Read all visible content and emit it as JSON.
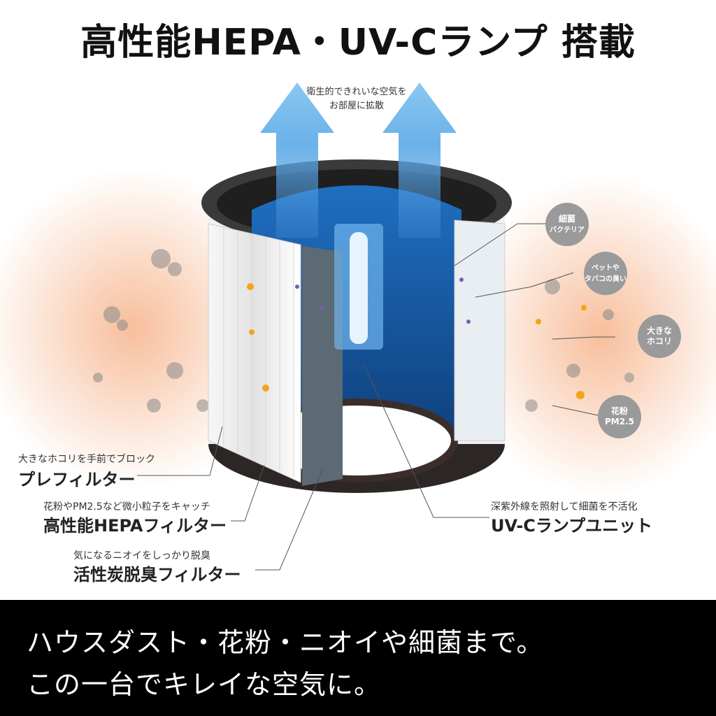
{
  "title": "高性能HEPA・UV-Cランプ 搭載",
  "arrow_caption": {
    "line1": "衛生的できれいな空気を",
    "line2": "お部屋に拡散"
  },
  "callouts": [
    {
      "small": "大きなホコリを手前でブロック",
      "big": "プレフィルター"
    },
    {
      "small": "花粉やPM2.5など微小粒子をキャッチ",
      "big": "高性能HEPAフィルター"
    },
    {
      "small": "気になるニオイをしっかり脱臭",
      "big": "活性炭脱臭フィルター"
    },
    {
      "small": "深紫外線を照射して細菌を不活化",
      "big": "UV-Cランプユニット"
    }
  ],
  "bubbles": [
    {
      "line1": "細菌",
      "line2": "バクテリア"
    },
    {
      "line1": "ペットや",
      "line2": "タバコの臭い"
    },
    {
      "line1": "大きな",
      "line2": "ホコリ"
    },
    {
      "line1": "花粉",
      "line2": "PM2.5"
    }
  ],
  "bottom": {
    "line1": "ハウスダスト・花粉・ニオイや細菌まで。",
    "line2": "この一台でキレイな空気に。"
  },
  "colors": {
    "arrow_blue": "#5aa9e6",
    "haze_orange": "#f6b38a",
    "bubble_gray": "#9a9a9a",
    "bottom_bg": "#000000"
  }
}
